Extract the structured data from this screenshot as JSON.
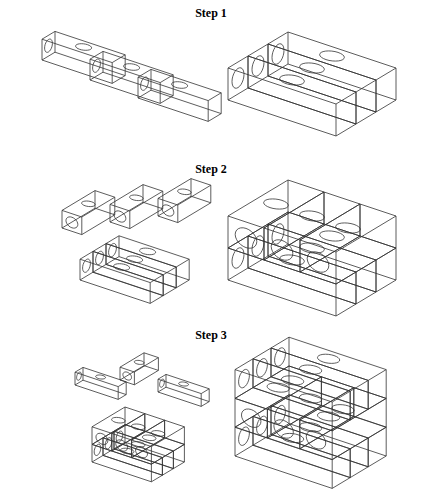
{
  "diagram": {
    "labels": [
      "Step 1",
      "Step 2",
      "Step 3"
    ]
  }
}
